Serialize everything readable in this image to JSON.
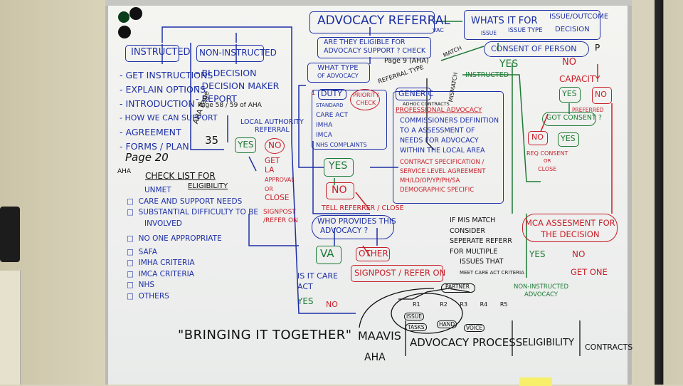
{
  "title": "\"BRINGING IT TOGETHER\"",
  "bottom": {
    "maavis": "MAAVIS",
    "aha": "AHA",
    "advocacy_process": "ADVOCACY PROCESS",
    "eligibility": "ELIGIBILITY",
    "contracts": "CONTRACTS"
  },
  "instructed": {
    "header": "INSTRUCTED",
    "items": [
      "- GET INSTRUCTIONS",
      "- EXPLAIN OPTIONS",
      "- INTRODUCTION",
      "- HOW WE CAN SUPPORT",
      "- AGREEMENT",
      "- FORMS / PLAN"
    ],
    "page_ref": "Page 20",
    "aha": "AHA"
  },
  "non_instructed": {
    "header": "NON-INSTRUCTED",
    "items": [
      "- BI DECISION",
      "- DECISION MAKER",
      "- REPORT"
    ],
    "page_ref_small": "Page 58 / 59 of AHA",
    "aha_page": "AHA Page",
    "page_num": "35"
  },
  "checklist": {
    "heading": "CHECK LIST FOR",
    "heading2": "ELIGIBILITY",
    "items": [
      "UNMET",
      "CARE AND SUPPORT NEEDS",
      "SUBSTANTIAL DIFFICULTY TO BE",
      "INVOLVED",
      "NO ONE APPROPRIATE",
      "SAFA",
      "IMHA CRITERIA",
      "IMCA CRITERIA",
      "NHS",
      "OTHERS"
    ]
  },
  "local_authority": {
    "label1": "LOCAL AUTHORITY",
    "label2": "REFERRAL",
    "yes": "YES",
    "no": "NO",
    "get_la": [
      "GET",
      "LA",
      "APPROVAL",
      "OR",
      "CLOSE"
    ],
    "signpost": [
      "SIGNPOST",
      "/REFER ON"
    ]
  },
  "referral": {
    "title": "ADVOCACY REFERRAL",
    "vac": "VAC"
  },
  "eligible": {
    "line1": "ARE THEY ELIGIBLE FOR",
    "line2": "ADVOCACY SUPPORT ? CHECK",
    "page": "Page 9 (AHA)"
  },
  "what_type": {
    "line1": "WHAT TYPE",
    "line2": "OF ADVOCACY",
    "referral_type": "REFERRAL TYPE"
  },
  "duty": {
    "num": "1",
    "label": "DUTY",
    "items": [
      "STANDARD",
      "CARE ACT",
      "IMHA",
      "IMCA",
      "NHS COMPLAINTS"
    ],
    "priority": [
      "PRIORITY",
      "CHECK"
    ]
  },
  "generic": {
    "label": "GENERIC",
    "sub": "ADHOC CONTRACTS",
    "pa": "PROFESSIONAL ADVOCACY",
    "text": [
      "COMMISSIONERS DEFINITION",
      "TO A ASSESSMENT OF",
      "NEEDS FOR ADVOCACY",
      "WITHIN THE LOCAL AREA"
    ],
    "contract": [
      "CONTRACT SPECIFICATION /",
      "SERVICE LEVEL AGREEMENT",
      "MH/LD/OP/YP/PH/SA",
      "DEMOGRAPHIC SPECIFIC"
    ]
  },
  "middle": {
    "yes": "YES",
    "no": "NO",
    "tell": "TELL REFERRER / CLOSE",
    "who": [
      "WHO PROVIDES THIS",
      "ADVOCACY ?"
    ],
    "va": "VA",
    "other": "OTHER",
    "signpost": "SIGNPOST / REFER ON",
    "care_act": [
      "IS IT CARE",
      "ACT"
    ],
    "ca_yes": "YES",
    "ca_no": "NO"
  },
  "mismatch": {
    "lines": [
      "IF MIS MATCH",
      "CONSIDER",
      "SEPERATE REFERR",
      "FOR MULTIPLE",
      "ISSUES THAT",
      "MEET CARE ACT CRITERIA"
    ],
    "match": "MATCH",
    "mismatch": "MISMATCH"
  },
  "right": {
    "whats_it_for": "WHATS IT FOR",
    "issue_outcome": "ISSUE/OUTCOME",
    "issue": "ISSUE",
    "issue_type": "ISSUE TYPE",
    "decision": "DECISION",
    "consent": "CONSENT OF PERSON",
    "p": "P",
    "yes": "YES",
    "no": "NO",
    "instructed": "INSTRUCTED",
    "capacity": "CAPACITY",
    "cap_yes": "YES",
    "cap_no": "NO",
    "preferred": "PREFERRED",
    "got_consent": "GOT CONSENT ?",
    "c_no": "NO",
    "c_yes": "YES",
    "req_consent": [
      "REQ CONSENT",
      "OR",
      "CLOSE"
    ],
    "mca": [
      "MCA ASSESMENT FOR",
      "THE DECISION"
    ],
    "mca_yes": "YES",
    "mca_no": "NO",
    "get_one": "GET ONE",
    "non_instructed": [
      "NON-INSTRUCTED",
      "ADVOCACY"
    ]
  },
  "partner": {
    "label": "PARTNER",
    "r": [
      "R1",
      "R2",
      "R3",
      "R4",
      "R5"
    ],
    "issue": "ISSUE",
    "tasks": "TASKS",
    "hand": "HAND",
    "voice": "VOICE"
  }
}
